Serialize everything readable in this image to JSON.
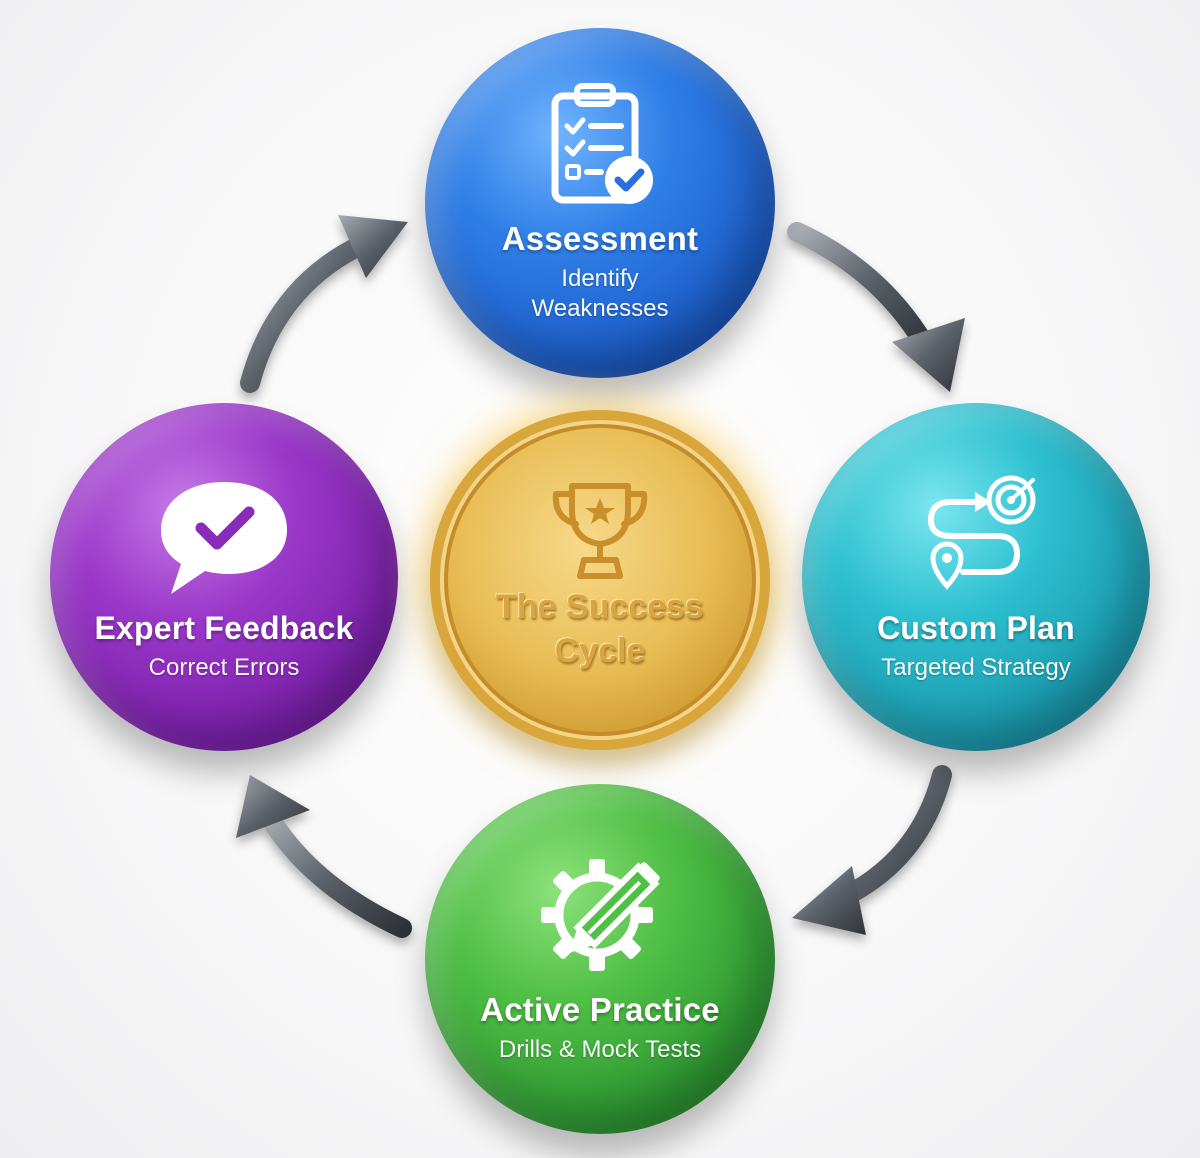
{
  "center": {
    "title": "The Success Cycle",
    "icon": "trophy-icon"
  },
  "nodes": [
    {
      "id": "assessment",
      "title": "Assessment",
      "subtitle": "Identify Weaknesses",
      "icon": "clipboard-check-icon",
      "color": "#2a6fdb"
    },
    {
      "id": "custom-plan",
      "title": "Custom Plan",
      "subtitle": "Targeted Strategy",
      "icon": "route-target-icon",
      "color": "#22aebf"
    },
    {
      "id": "active-practice",
      "title": "Active Practice",
      "subtitle": "Drills & Mock Tests",
      "icon": "gear-pencil-icon",
      "color": "#3fae3c"
    },
    {
      "id": "expert-feedback",
      "title": "Expert Feedback",
      "subtitle": "Correct Errors",
      "icon": "chat-check-icon",
      "color": "#8a2cbb"
    }
  ]
}
